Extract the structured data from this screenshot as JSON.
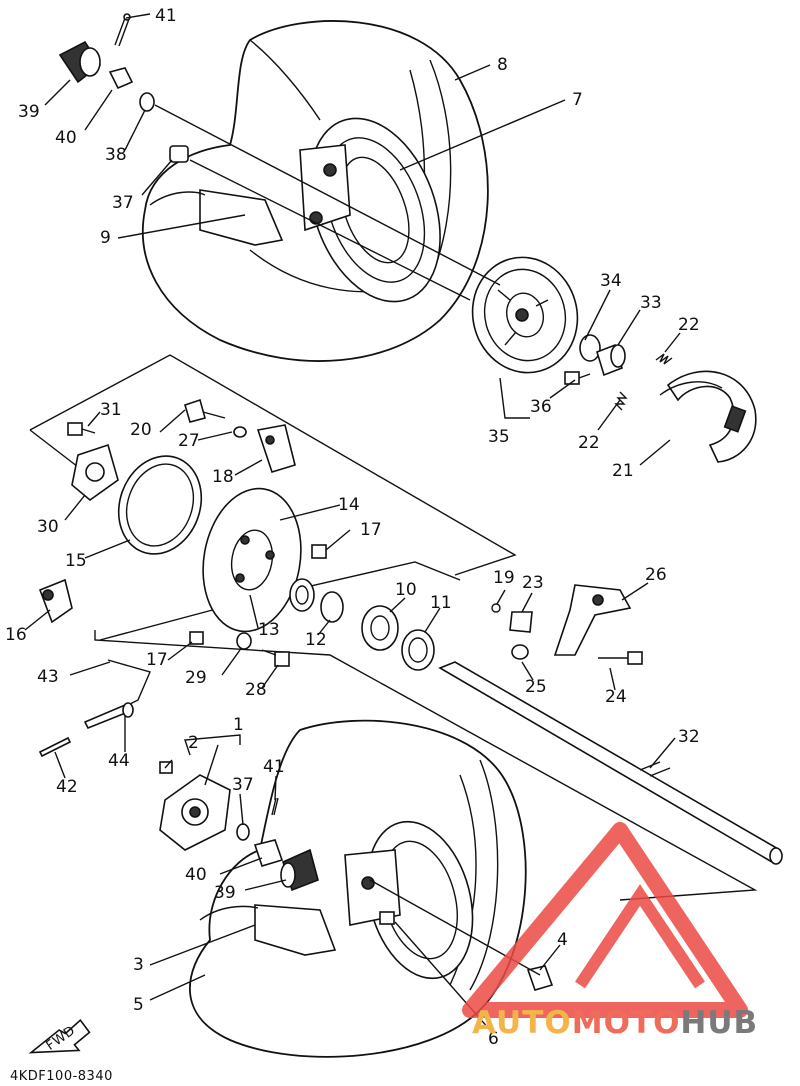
{
  "diagram": {
    "code": "4KDF100-8340",
    "fwd_label": "FWD",
    "callouts": [
      {
        "id": "c41a",
        "text": "41"
      },
      {
        "id": "c8",
        "text": "8"
      },
      {
        "id": "c7",
        "text": "7"
      },
      {
        "id": "c39a",
        "text": "39"
      },
      {
        "id": "c40a",
        "text": "40"
      },
      {
        "id": "c38",
        "text": "38"
      },
      {
        "id": "c37a",
        "text": "37"
      },
      {
        "id": "c9",
        "text": "9"
      },
      {
        "id": "c34",
        "text": "34"
      },
      {
        "id": "c33",
        "text": "33"
      },
      {
        "id": "c22a",
        "text": "22"
      },
      {
        "id": "c36",
        "text": "36"
      },
      {
        "id": "c22b",
        "text": "22"
      },
      {
        "id": "c35",
        "text": "35"
      },
      {
        "id": "c21",
        "text": "21"
      },
      {
        "id": "c31",
        "text": "31"
      },
      {
        "id": "c20",
        "text": "20"
      },
      {
        "id": "c27",
        "text": "27"
      },
      {
        "id": "c18",
        "text": "18"
      },
      {
        "id": "c14",
        "text": "14"
      },
      {
        "id": "c17a",
        "text": "17"
      },
      {
        "id": "c30",
        "text": "30"
      },
      {
        "id": "c15",
        "text": "15"
      },
      {
        "id": "c19",
        "text": "19"
      },
      {
        "id": "c23",
        "text": "23"
      },
      {
        "id": "c26",
        "text": "26"
      },
      {
        "id": "c10",
        "text": "10"
      },
      {
        "id": "c11",
        "text": "11"
      },
      {
        "id": "c16",
        "text": "16"
      },
      {
        "id": "c13",
        "text": "13"
      },
      {
        "id": "c12",
        "text": "12"
      },
      {
        "id": "c17b",
        "text": "17"
      },
      {
        "id": "c29",
        "text": "29"
      },
      {
        "id": "c28",
        "text": "28"
      },
      {
        "id": "c25",
        "text": "25"
      },
      {
        "id": "c24",
        "text": "24"
      },
      {
        "id": "c43",
        "text": "43"
      },
      {
        "id": "c1",
        "text": "1"
      },
      {
        "id": "c2",
        "text": "2"
      },
      {
        "id": "c32",
        "text": "32"
      },
      {
        "id": "c44",
        "text": "44"
      },
      {
        "id": "c41b",
        "text": "41"
      },
      {
        "id": "c37b",
        "text": "37"
      },
      {
        "id": "c42",
        "text": "42"
      },
      {
        "id": "c40b",
        "text": "40"
      },
      {
        "id": "c39b",
        "text": "39"
      },
      {
        "id": "c4",
        "text": "4"
      },
      {
        "id": "c3",
        "text": "3"
      },
      {
        "id": "c5",
        "text": "5"
      },
      {
        "id": "c6",
        "text": "6"
      }
    ]
  },
  "watermark": {
    "part1": "AUTO",
    "part2": "MOTO",
    "part3": "HUB",
    "colors": {
      "auto": "#f3b54a",
      "moto": "#ef6b5a",
      "hub": "#7a7a7a",
      "logo": "#ec4b45"
    }
  }
}
